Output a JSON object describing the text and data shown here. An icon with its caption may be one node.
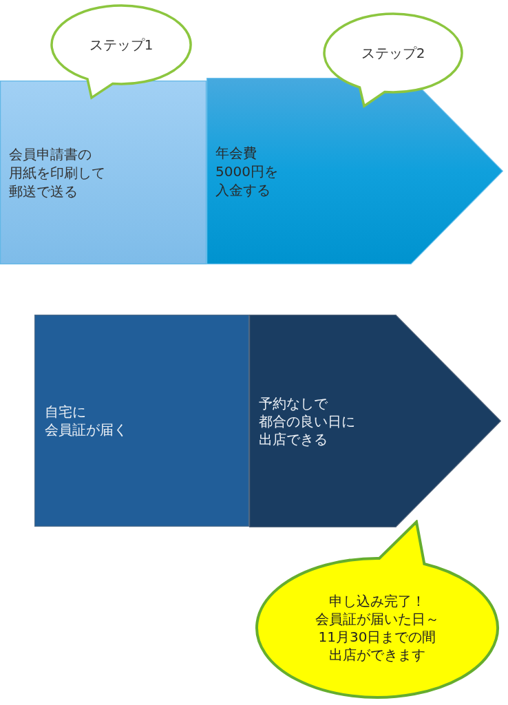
{
  "diagram": {
    "nodes": [
      {
        "text": [
          "ステップ1"
        ]
      },
      {
        "text": [
          "ステップ2"
        ]
      },
      {
        "text": [
          "会員申請書の用紙を印刷して郵送で送る"
        ]
      },
      {
        "text": [
          "年会費5000円を入金する"
        ]
      },
      {
        "text": [
          "自宅に会員証が届く"
        ]
      },
      {
        "text": [
          "予約なしで都合の良い日に出店できる"
        ]
      },
      {
        "text": [
          "申し込み完了！会員証が届いた日～11月30日までの間出店ができます"
        ]
      }
    ]
  }
}
